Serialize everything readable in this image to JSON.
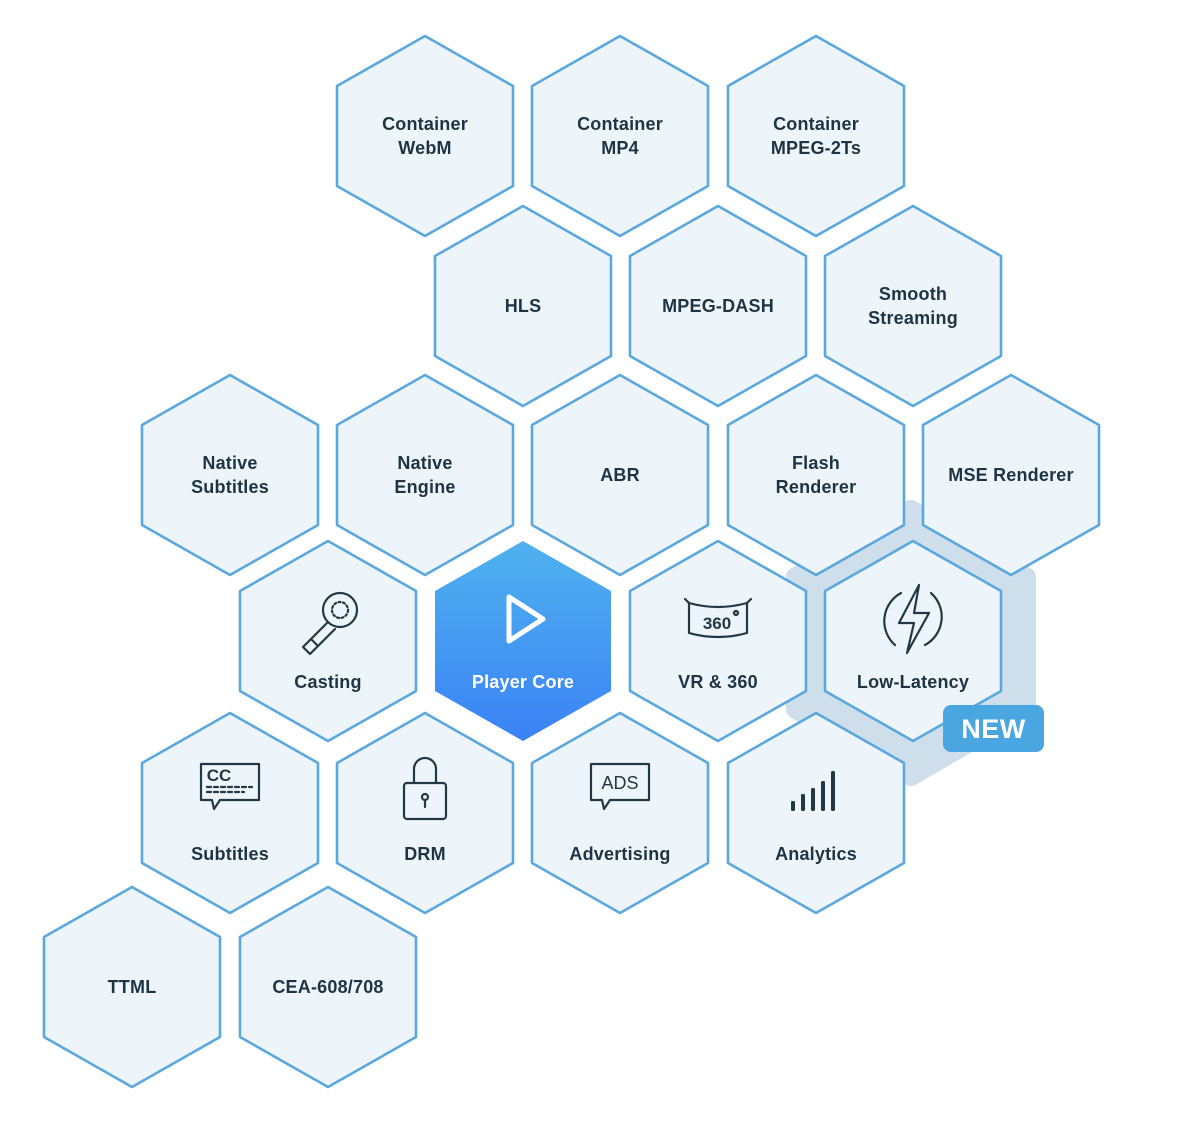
{
  "colors": {
    "hex_fill": "#eef5fa",
    "hex_stroke": "#5aa8dd",
    "core_gradient_top": "#4fb2ee",
    "core_gradient_bottom": "#3b82f6",
    "highlight_backdrop": "#cfdeeb",
    "badge_fill": "#4aa6e0",
    "text_dark": "#1e3343"
  },
  "modules": {
    "container_webm": {
      "lines": [
        "Container",
        "WebM"
      ]
    },
    "container_mp4": {
      "lines": [
        "Container",
        "MP4"
      ]
    },
    "container_mpeg2ts": {
      "lines": [
        "Container",
        "MPEG-2Ts"
      ]
    },
    "hls": {
      "lines": [
        "HLS"
      ]
    },
    "mpeg_dash": {
      "lines": [
        "MPEG-DASH"
      ]
    },
    "smooth_streaming": {
      "lines": [
        "Smooth",
        "Streaming"
      ]
    },
    "native_subtitles": {
      "lines": [
        "Native",
        "Subtitles"
      ]
    },
    "native_engine": {
      "lines": [
        "Native",
        "Engine"
      ]
    },
    "abr": {
      "lines": [
        "ABR"
      ]
    },
    "flash_renderer": {
      "lines": [
        "Flash",
        "Renderer"
      ]
    },
    "mse_renderer": {
      "lines": [
        "MSE Renderer"
      ]
    },
    "casting": {
      "lines": [
        "Casting"
      ],
      "icon": "cast-key-icon"
    },
    "player_core": {
      "lines": [
        "Player Core"
      ],
      "icon": "play-icon"
    },
    "vr_360": {
      "lines": [
        "VR & 360"
      ],
      "icon": "vr-360-icon",
      "icon_text": "360"
    },
    "low_latency": {
      "lines": [
        "Low-Latency"
      ],
      "icon": "lightning-icon"
    },
    "subtitles": {
      "lines": [
        "Subtitles"
      ],
      "icon": "cc-icon",
      "icon_text": "CC"
    },
    "drm": {
      "lines": [
        "DRM"
      ],
      "icon": "lock-icon"
    },
    "advertising": {
      "lines": [
        "Advertising"
      ],
      "icon": "ads-icon",
      "icon_text": "ADS"
    },
    "analytics": {
      "lines": [
        "Analytics"
      ],
      "icon": "bar-chart-icon"
    },
    "ttml": {
      "lines": [
        "TTML"
      ]
    },
    "cea_608_708": {
      "lines": [
        "CEA-608/708"
      ]
    }
  },
  "badge": {
    "label": "NEW"
  }
}
